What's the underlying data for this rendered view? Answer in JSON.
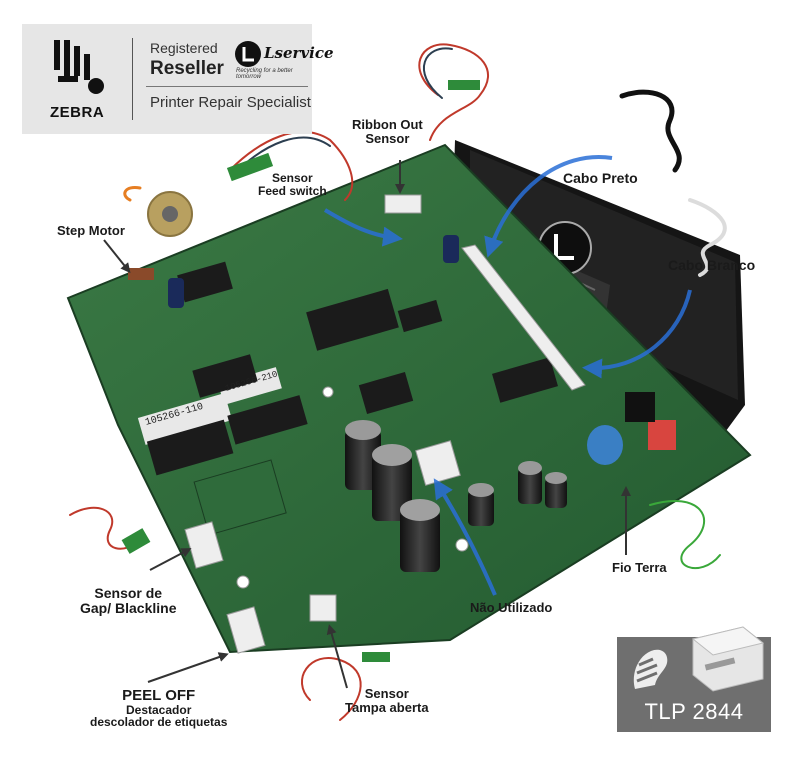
{
  "badge": {
    "brand": "ZEBRA",
    "registered": "Registered",
    "reseller": "Reseller",
    "specialist": "Printer Repair Specialist",
    "service_logo": "Lservice",
    "service_tagline": "Recycling for a better tomorrow"
  },
  "labels": {
    "ribbon_out": [
      "Ribbon Out",
      "Sensor"
    ],
    "feed_switch": [
      "Sensor",
      "Feed switch"
    ],
    "step_motor": "Step Motor",
    "cabo_preto": "Cabo Preto",
    "cabo_branco": "Cabo Branco",
    "sensor_gap": [
      "Sensor de",
      "Gap/ Blackline"
    ],
    "fio_terra": "Fio Terra",
    "nao_utilizado": "Não Utilizado",
    "peel_off": "PEEL OFF",
    "destacador": "Destacador",
    "descolador": "descolador de etiquetas",
    "tampa": [
      "Sensor",
      "Tampa aberta"
    ]
  },
  "chip_marks": {
    "chip_a": "105266-110",
    "chip_b": "105266-210"
  },
  "product": {
    "model": "TLP 2844"
  },
  "colors": {
    "board": "#2d6a3a",
    "board_dark": "#1f4d2a",
    "arrow_blue": "#2a6fd6",
    "pointer": "#333333",
    "badge_bg": "#e6e6e6",
    "product_bg": "#6f6f6f"
  }
}
